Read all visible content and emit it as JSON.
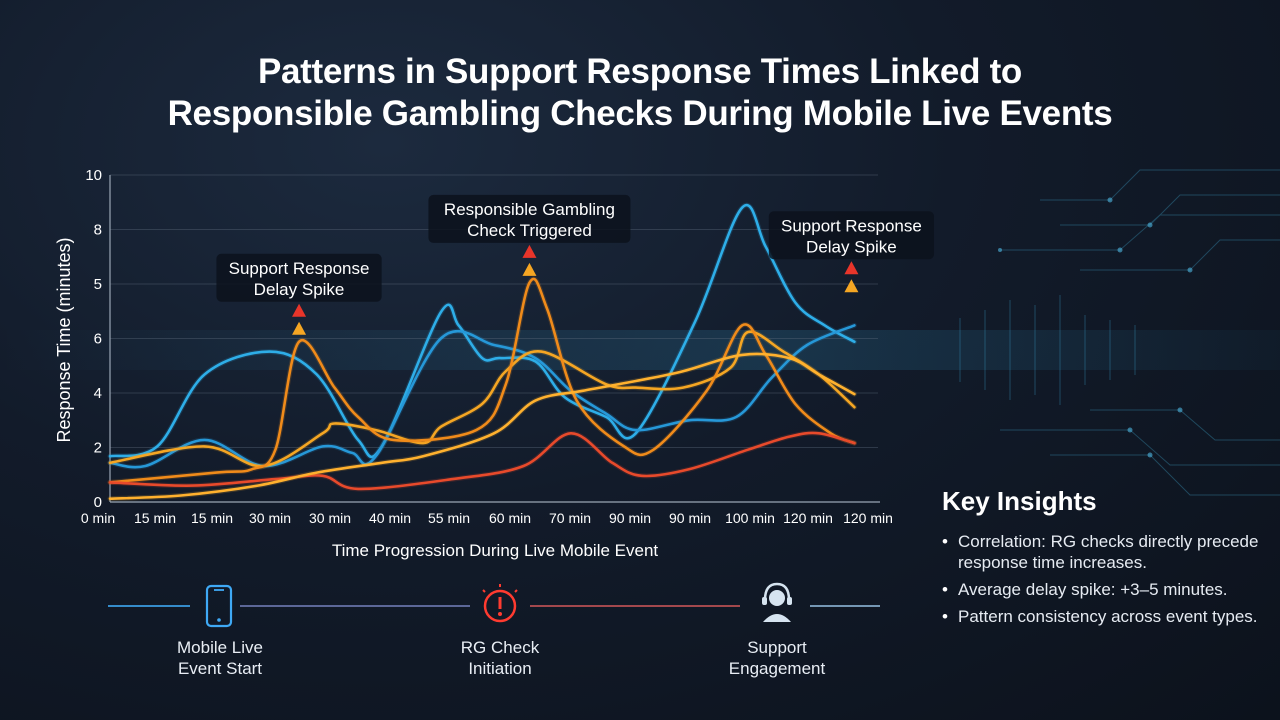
{
  "title": {
    "line1": "Patterns in Support Response Times Linked to",
    "line2": "Responsible Gambling Checks During Mobile Live Events"
  },
  "chart_data": {
    "type": "line",
    "ylabel": "Response Time (minutes)",
    "xlabel": "Time Progression During Live Mobile Event",
    "y_ticks": [
      "0",
      "2",
      "4",
      "6",
      "5",
      "8",
      "10"
    ],
    "x_ticks": [
      "0 min",
      "15 min",
      "15 min",
      "30 min",
      "30 min",
      "40 min",
      "55 min",
      "60 min",
      "70 min",
      "90 min",
      "90 min",
      "100 min",
      "120 min",
      "120 min"
    ],
    "ylim": [
      0,
      10
    ],
    "grid": true,
    "x_domain": [
      0,
      13
    ],
    "series": [
      {
        "color": "#2eaee8",
        "points": [
          [
            0,
            1.4
          ],
          [
            0.8,
            1.7
          ],
          [
            1.6,
            3.9
          ],
          [
            2.7,
            4.6
          ],
          [
            3.5,
            3.9
          ],
          [
            4.2,
            1.9
          ],
          [
            4.6,
            1.7
          ],
          [
            5.6,
            5.8
          ],
          [
            5.9,
            5.4
          ],
          [
            6.3,
            4.4
          ],
          [
            6.6,
            4.4
          ],
          [
            7.2,
            4.3
          ],
          [
            7.7,
            3.2
          ],
          [
            8.4,
            2.6
          ],
          [
            8.9,
            2.1
          ],
          [
            9.9,
            5.5
          ],
          [
            10.7,
            9.0
          ],
          [
            11.1,
            7.8
          ],
          [
            11.6,
            6.1
          ],
          [
            12.1,
            5.4
          ],
          [
            12.6,
            4.9
          ]
        ]
      },
      {
        "color": "#2698d8",
        "points": [
          [
            0,
            1.2
          ],
          [
            0.6,
            1.1
          ],
          [
            1.6,
            1.9
          ],
          [
            2.6,
            1.1
          ],
          [
            3.6,
            1.7
          ],
          [
            4.1,
            1.5
          ],
          [
            4.5,
            1.4
          ],
          [
            5.6,
            5.0
          ],
          [
            6.5,
            4.8
          ],
          [
            7.2,
            4.4
          ],
          [
            7.8,
            3.4
          ],
          [
            8.4,
            2.7
          ],
          [
            8.9,
            2.2
          ],
          [
            9.8,
            2.5
          ],
          [
            10.6,
            2.6
          ],
          [
            11.2,
            3.8
          ],
          [
            11.8,
            4.8
          ],
          [
            12.6,
            5.4
          ]
        ]
      },
      {
        "color": "#f5a623",
        "points": [
          [
            0,
            1.2
          ],
          [
            1.6,
            1.7
          ],
          [
            2.6,
            1.1
          ],
          [
            3.6,
            2.1
          ],
          [
            3.8,
            2.4
          ],
          [
            4.5,
            2.2
          ],
          [
            5.3,
            1.8
          ],
          [
            5.6,
            2.3
          ],
          [
            6.3,
            3.0
          ],
          [
            6.7,
            4.0
          ],
          [
            7.3,
            4.6
          ],
          [
            8.4,
            3.6
          ],
          [
            8.9,
            3.5
          ],
          [
            9.7,
            3.5
          ],
          [
            10.5,
            4.1
          ],
          [
            10.8,
            5.2
          ],
          [
            11.4,
            4.6
          ],
          [
            12.0,
            3.9
          ],
          [
            12.6,
            2.9
          ]
        ]
      },
      {
        "color": "#f08b1a",
        "points": [
          [
            0,
            0.6
          ],
          [
            1.8,
            0.9
          ],
          [
            2.4,
            1.0
          ],
          [
            2.8,
            1.6
          ],
          [
            3.2,
            4.9
          ],
          [
            3.8,
            3.5
          ],
          [
            4.2,
            2.6
          ],
          [
            4.8,
            1.9
          ],
          [
            6.2,
            2.2
          ],
          [
            6.7,
            3.6
          ],
          [
            7.1,
            6.7
          ],
          [
            7.4,
            5.9
          ],
          [
            7.9,
            3.1
          ],
          [
            8.7,
            1.7
          ],
          [
            9.2,
            1.6
          ],
          [
            10.1,
            3.4
          ],
          [
            10.7,
            5.4
          ],
          [
            11.1,
            4.5
          ],
          [
            11.6,
            3.0
          ],
          [
            12.2,
            2.1
          ],
          [
            12.6,
            1.8
          ]
        ]
      },
      {
        "color": "#e84a2b",
        "points": [
          [
            0,
            0.6
          ],
          [
            1.4,
            0.5
          ],
          [
            2.8,
            0.7
          ],
          [
            3.6,
            0.8
          ],
          [
            4.2,
            0.4
          ],
          [
            5.8,
            0.7
          ],
          [
            7.0,
            1.1
          ],
          [
            7.8,
            2.1
          ],
          [
            8.5,
            1.2
          ],
          [
            9.0,
            0.8
          ],
          [
            9.8,
            1.0
          ],
          [
            10.8,
            1.6
          ],
          [
            11.5,
            2.0
          ],
          [
            12.0,
            2.1
          ],
          [
            12.6,
            1.8
          ]
        ]
      },
      {
        "color": "#ffb12e",
        "points": [
          [
            0,
            0.1
          ],
          [
            1.2,
            0.2
          ],
          [
            2.5,
            0.5
          ],
          [
            3.5,
            0.9
          ],
          [
            4.6,
            1.2
          ],
          [
            5.3,
            1.4
          ],
          [
            6.5,
            2.1
          ],
          [
            7.2,
            3.1
          ],
          [
            8.0,
            3.4
          ],
          [
            8.9,
            3.7
          ],
          [
            9.7,
            4.0
          ],
          [
            10.7,
            4.5
          ],
          [
            11.5,
            4.4
          ],
          [
            12.0,
            3.9
          ],
          [
            12.6,
            3.3
          ]
        ]
      }
    ],
    "annotations": [
      {
        "text_line1": "Support Response",
        "text_line2": "Delay Spike",
        "x": 3.2,
        "y": 4.9
      },
      {
        "text_line1": "Responsible Gambling",
        "text_line2": "Check Triggered",
        "x": 7.1,
        "y": 6.7
      },
      {
        "text_line1": "Support Response",
        "text_line2": "Delay Spike",
        "x": 12.55,
        "y": 6.2
      }
    ]
  },
  "flow": {
    "steps": [
      {
        "label_line1": "Mobile Live",
        "label_line2": "Event Start",
        "icon": "smartphone-icon",
        "color": "#3fa9f5"
      },
      {
        "label_line1": "RG Check",
        "label_line2": "Initiation",
        "icon": "alert-icon",
        "color": "#ff3b30"
      },
      {
        "label_line1": "Support",
        "label_line2": "Engagement",
        "icon": "headset-agent-icon",
        "color": "#d6e4f0"
      }
    ]
  },
  "insights": {
    "title": "Key Insights",
    "items": [
      "Correlation: RG checks directly precede response time increases.",
      "Average delay spike: +3–5 minutes.",
      "Pattern consistency across event types."
    ]
  },
  "colors": {
    "accent_blue": "#2eaee8",
    "accent_orange": "#f5a623",
    "accent_red": "#e84a2b"
  }
}
